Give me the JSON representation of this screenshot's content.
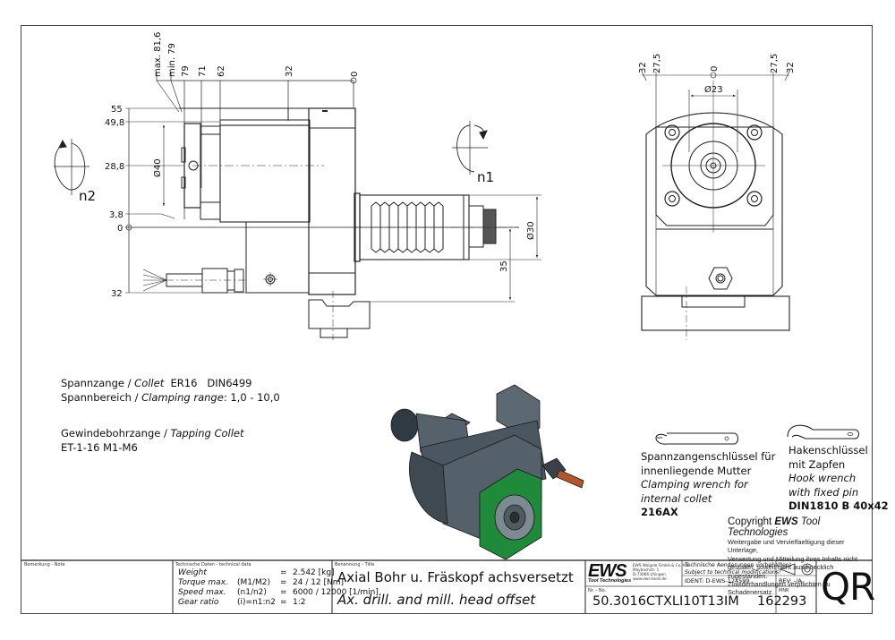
{
  "drawing": {
    "front_view": {
      "top_dims": [
        "max. 81,6",
        "min. 79",
        "79",
        "71",
        "62",
        "32",
        "0"
      ],
      "left_dims": [
        "55",
        "49,8",
        "28,8",
        "3,8",
        "0",
        "32"
      ],
      "diameter_collet": "Ø40",
      "diameter_shank": "Ø30",
      "offset_dim": "35",
      "rotation_n1": "n1",
      "rotation_n2": "n2"
    },
    "side_view": {
      "top_dims_left": [
        "32",
        "27,5"
      ],
      "top_dims_center": "0",
      "top_dims_right": [
        "27,5",
        "32"
      ],
      "diameter": "Ø23"
    }
  },
  "notes": {
    "collet_prefix": "Spannzange / ",
    "collet_en": "Collet",
    "collet_spec": "  ER16   DIN6499",
    "range_prefix": "Spannbereich / ",
    "range_en": "Clamping range",
    "range_value": ": 1,0 - 10,0",
    "tapping_prefix": "Gewindebohrzange / ",
    "tapping_en": "Tapping Collet",
    "tapping_value": "ET-1-16  M1-M6"
  },
  "wrenches": [
    {
      "de_line1": "Spannzangenschlüssel für",
      "de_line2": "innenliegende Mutter",
      "en_line1": "Clamping wrench for",
      "en_line2": "internal collet",
      "code": "216AX"
    },
    {
      "de_line1": "Hakenschlüssel",
      "de_line2": "mit Zapfen",
      "en_line1": "Hook wrench",
      "en_line2": "with fixed pin",
      "code": "DIN1810 B 40x42"
    }
  ],
  "copyright": {
    "prefix": "Copyright ",
    "brand": "EWS",
    "suffix": " Tool Technologies",
    "lines": [
      "Weitergabe und Vervielfaeltigung dieser Unterlage,",
      "Verwertung und Mitteilung ihres Inhalts nicht",
      "gestattet, soweit nicht ausdruecklich zugestanden.",
      "Zuwiderhandlungen verpflichten zu Schadenersatz."
    ]
  },
  "title_block": {
    "note_label": "Bemerkung - Note",
    "tech_label": "Technische Daten - technical data",
    "tech_rows": [
      {
        "name": "Weight",
        "cond": "",
        "eq": "=",
        "value": "2.542 [kg]"
      },
      {
        "name": "Torque max.",
        "cond": "(M1/M2)",
        "eq": "=",
        "value": "24 / 12 [Nm]"
      },
      {
        "name": "Speed max.",
        "cond": "(n1/n2)",
        "eq": "=",
        "value": "6000 / 12000 [1/min]"
      },
      {
        "name": "Gear ratio",
        "cond": "(i)=n1:n2",
        "eq": "=",
        "value": "1:2"
      }
    ],
    "title_label": "Benennung - Title",
    "title_de": "Axial Bohr u. Fräskopf achsversetzt",
    "title_en": "Ax. drill. and mill. head offset",
    "logo_text": "EWS",
    "logo_sub": "Tool Technologies",
    "company_lines": [
      "EWS Weigele GmbH & Co. KG",
      "Maybachstr. 1",
      "D-73066 Uhingen",
      "www.ews-tools.de"
    ],
    "changes_de": "Technische Aenderungen vorbehalten!",
    "changes_en": "Subject to technical modifications!",
    "ident": "IDENT:  D-EWS-124599",
    "rev": "REV:  -/A",
    "nr_label": "Nr. - No.",
    "part_number": "50.3016CTXLI10T13IM",
    "mnr_label": "MNR",
    "mnr": "162293",
    "qr": "QR"
  },
  "colors": {
    "line": "#222222",
    "body_3d": "#4a5660",
    "flange_3d": "#1f8a3a",
    "pin_3d": "#b5562a"
  }
}
